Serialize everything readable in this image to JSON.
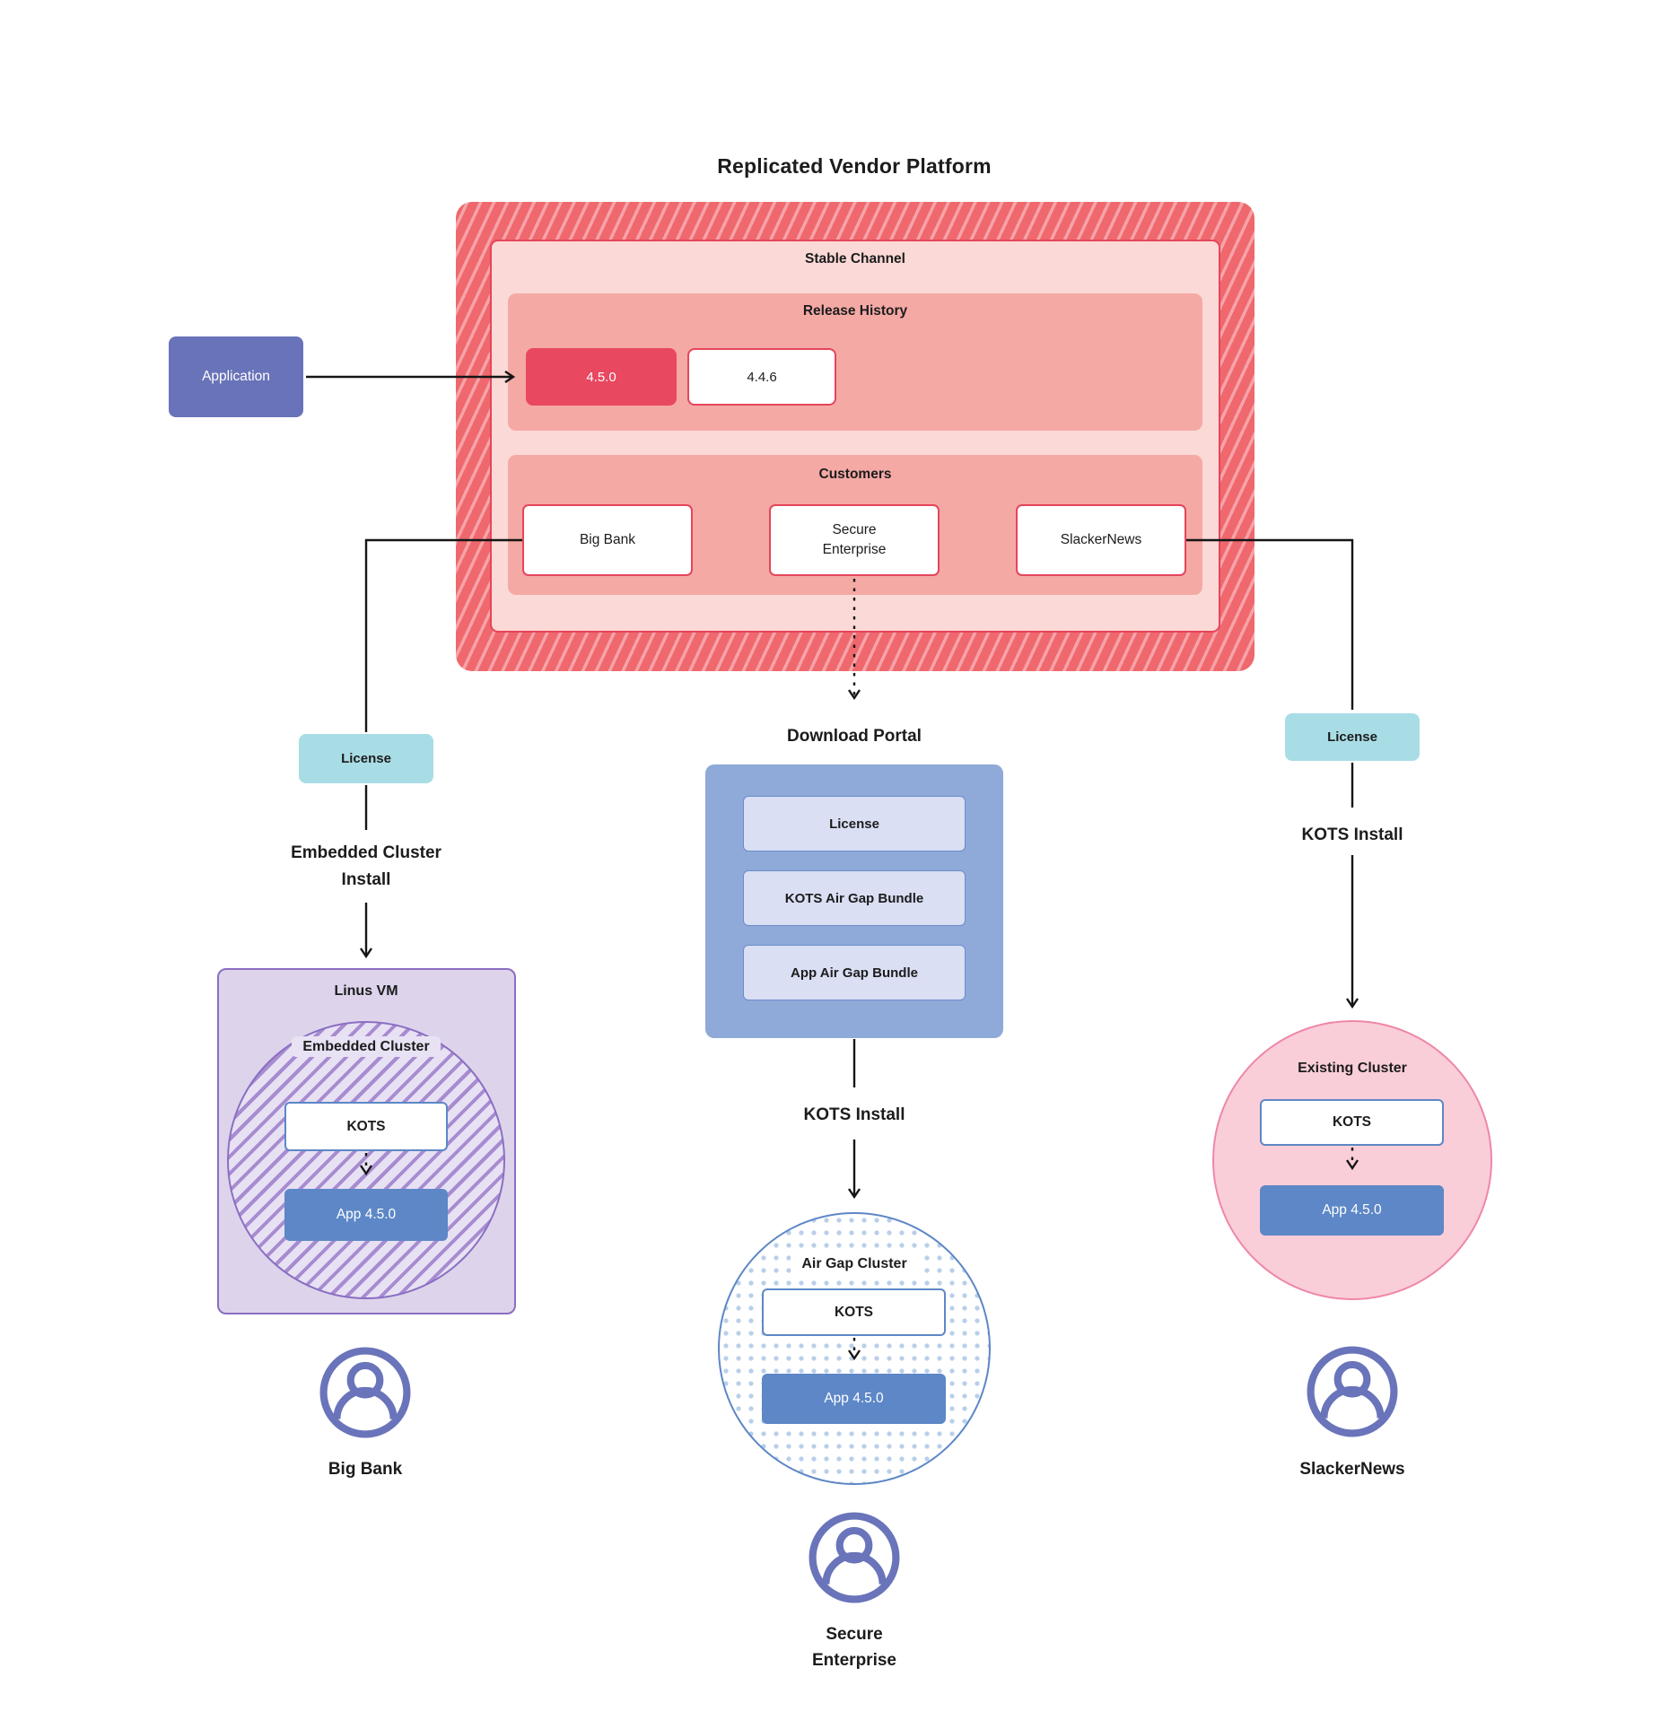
{
  "title": "Replicated Vendor Platform",
  "application": {
    "label": "Application"
  },
  "platform": {
    "stable_channel_label": "Stable Channel",
    "release_history": {
      "label": "Release History",
      "current_version": "4.5.0",
      "previous_version": "4.4.6"
    },
    "customers": {
      "label": "Customers",
      "items": [
        "Big Bank",
        "Secure Enterprise",
        "SlackerNews"
      ]
    }
  },
  "big_bank_flow": {
    "license_label": "License",
    "install_label": "Embedded Cluster Install",
    "vm_label": "Linus VM",
    "cluster_label": "Embedded Cluster",
    "kots_label": "KOTS",
    "app_label": "App 4.5.0",
    "customer_name": "Big Bank"
  },
  "secure_enterprise_flow": {
    "portal_label": "Download Portal",
    "portal_items": [
      "License",
      "KOTS Air Gap Bundle",
      "App Air Gap Bundle"
    ],
    "install_label": "KOTS Install",
    "cluster_label": "Air Gap Cluster",
    "kots_label": "KOTS",
    "app_label": "App 4.5.0",
    "customer_name": "Secure Enterprise"
  },
  "slackernews_flow": {
    "license_label": "License",
    "install_label": "KOTS Install",
    "cluster_label": "Existing Cluster",
    "kots_label": "KOTS",
    "app_label": "App 4.5.0",
    "customer_name": "SlackerNews"
  },
  "colors": {
    "platform_red": "#ef686d",
    "platform_stripe": "#f7a3a8",
    "stable_pink": "#fbd9d6",
    "section_salmon": "#f5a9a5",
    "accent_red": "#e5455b",
    "release_red": "#e84860",
    "license_teal": "#a9dde6",
    "application_indigo": "#6973b9",
    "portal_blue": "#8fa9d9",
    "portal_item_bg": "#dadff4",
    "app_blue": "#5d87c6",
    "vm_lavender": "#ddd4ec",
    "vm_border": "#8b6ec2",
    "circle_stripe_purple": "#a78cd1",
    "pink_circle_bg": "#f9ced9",
    "pink_circle_border": "#ef87a8",
    "dot_blue": "#b9cfe9",
    "user_icon_purple": "#6a74ba",
    "text_dark": "#1c1c1c"
  }
}
